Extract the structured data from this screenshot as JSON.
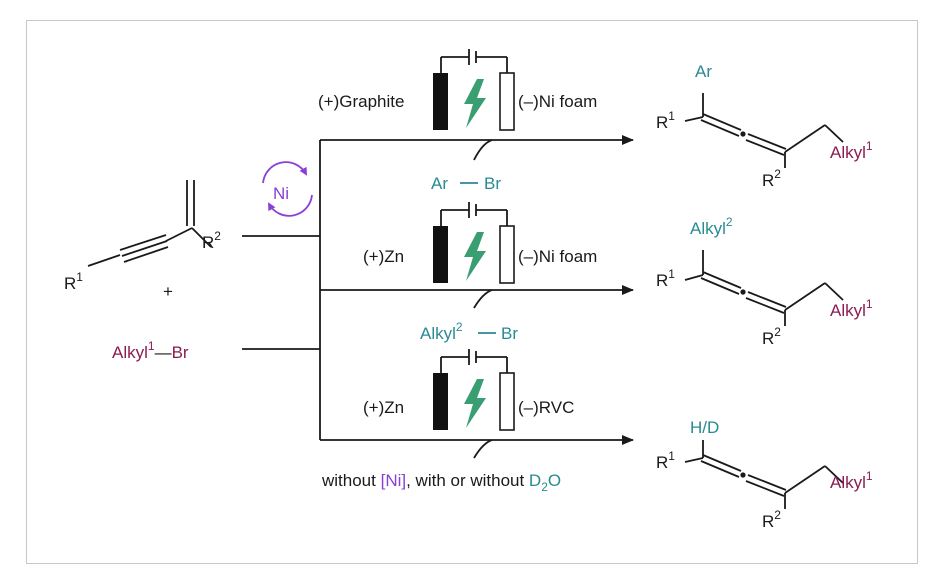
{
  "colors": {
    "aryl": "#2a8a93",
    "alkyl": "#8b1c52",
    "nickel": "#8a3fd6",
    "bolt": "#3a9e73",
    "line": "#1a1a1a"
  },
  "reactants": {
    "enyne": {
      "r1": "R",
      "r1_sup": "1",
      "r2": "R",
      "r2_sup": "2"
    },
    "plus": "+",
    "alkyl_bromide": {
      "alkyl": "Alkyl",
      "alkyl_sup": "1",
      "bond": "—",
      "br": "Br"
    }
  },
  "catalyst": {
    "label": "Ni",
    "icon": "catalytic-cycle-icon"
  },
  "conditions": [
    {
      "anode": "(+)Graphite",
      "cathode": "(–)Ni foam",
      "reagent": {
        "left": "Ar",
        "left_sup": "",
        "right": "Br"
      },
      "electrodes_icon": "electrolysis-cell-icon"
    },
    {
      "anode": "(+)Zn",
      "cathode": "(–)Ni foam",
      "reagent": {
        "left": "Alkyl",
        "left_sup": "2",
        "right": "Br"
      },
      "electrodes_icon": "electrolysis-cell-icon"
    },
    {
      "anode": "(+)Zn",
      "cathode": "(–)RVC",
      "note": {
        "prefix": "without ",
        "ni": "[Ni]",
        "middle": ", with or without ",
        "d": "D",
        "d_sub": "2",
        "o": "O"
      },
      "electrodes_icon": "electrolysis-cell-icon"
    }
  ],
  "products": [
    {
      "top": "Ar",
      "top_sup": "",
      "r1": "R",
      "r1_sup": "1",
      "alkyl": "Alkyl",
      "alkyl_sup": "1",
      "r2": "R",
      "r2_sup": "2"
    },
    {
      "top": "Alkyl",
      "top_sup": "2",
      "r1": "R",
      "r1_sup": "1",
      "alkyl": "Alkyl",
      "alkyl_sup": "1",
      "r2": "R",
      "r2_sup": "2"
    },
    {
      "top": "H/D",
      "top_sup": "",
      "r1": "R",
      "r1_sup": "1",
      "alkyl": "Alkyl",
      "alkyl_sup": "1",
      "r2": "R",
      "r2_sup": "2"
    }
  ]
}
